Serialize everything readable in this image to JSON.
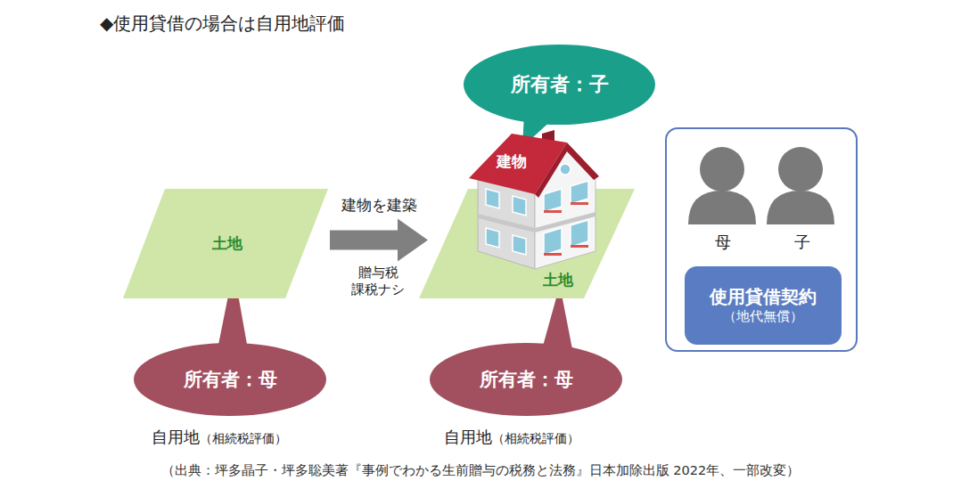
{
  "diagram": {
    "title": "◆使用貸借の場合は自用地評価",
    "caption": "（出典：坪多晶子・坪多聡美著『事例でわかる生前贈与の税務と法務』日本加除出版 2022年、一部改変）",
    "nodes": [
      {
        "text": [
          "所有者：子"
        ]
      },
      {
        "text": [
          "土地"
        ]
      },
      {
        "text": [
          "土地"
        ]
      },
      {
        "text": [
          "所有者：母"
        ]
      },
      {
        "text": [
          "所有者：母"
        ]
      },
      {
        "text": [
          "母",
          "子"
        ]
      },
      {
        "text": [
          "使用貸借契約",
          "（地代無償）"
        ],
        "in": 5
      }
    ],
    "edges": [
      {
        "from": 1,
        "to": 2,
        "arrow": "to",
        "label": "建物を建築"
      }
    ],
    "labels": [
      "贈与税 課税ナシ",
      "建物",
      "自用地",
      "（相続税評価）",
      "自用地",
      "（相続税評価）"
    ]
  }
}
